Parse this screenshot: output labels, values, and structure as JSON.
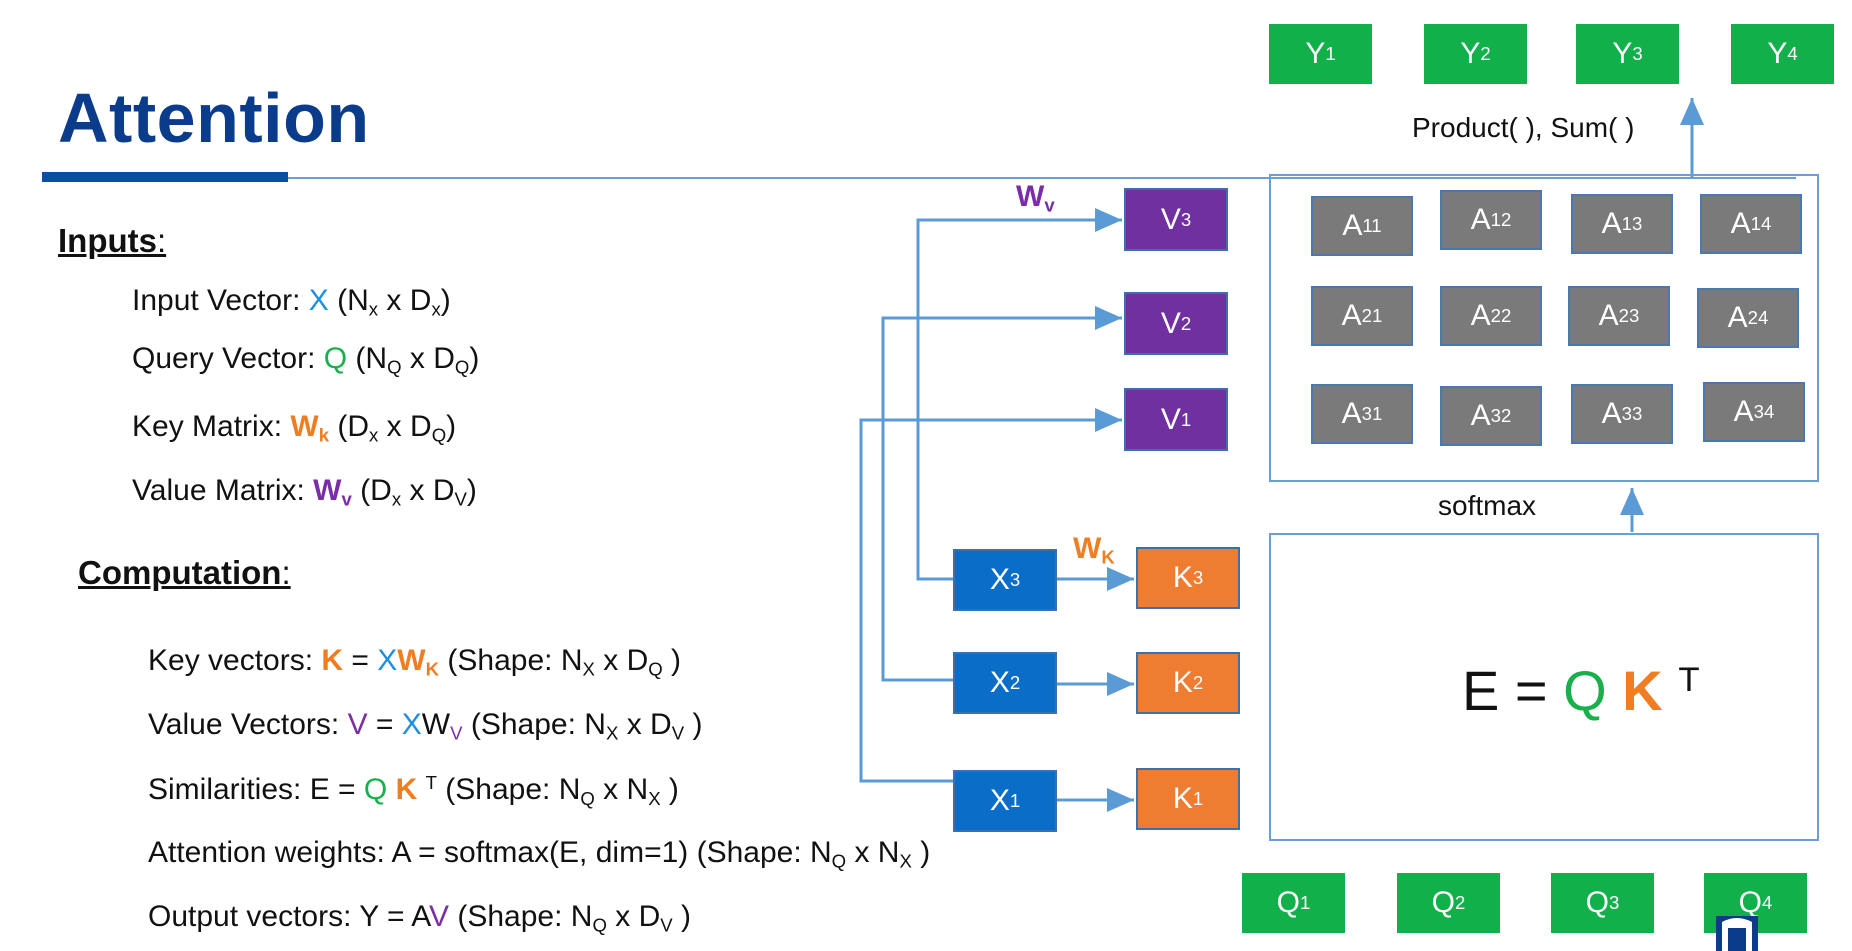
{
  "title": "Attention",
  "inputs": {
    "heading": "Inputs",
    "input_vector": {
      "label": "Input Vector: ",
      "sym": "X",
      "dims": [
        "N",
        "x",
        "D",
        "x"
      ]
    },
    "query_vector": {
      "label": "Query Vector: ",
      "sym": "Q",
      "dims": [
        "N",
        "Q",
        "D",
        "Q"
      ]
    },
    "key_matrix": {
      "label": "Key Matrix: ",
      "sym": "W",
      "sub": "k",
      "dims": [
        "D",
        "x",
        "D",
        "Q"
      ]
    },
    "value_matrix": {
      "label": "Value Matrix: ",
      "sym": "W",
      "sub": "v",
      "dims": [
        "D",
        "x",
        "D",
        "V"
      ]
    }
  },
  "computation": {
    "heading": "Computation",
    "key_vectors": {
      "label": "Key vectors: ",
      "lhs": "K",
      "x": "X",
      "w": "W",
      "wsub": "K",
      "shape": [
        "N",
        "X",
        "D",
        "Q"
      ]
    },
    "value_vectors": {
      "label": "Value Vectors: ",
      "lhs": "V",
      "x": "X",
      "w": "W",
      "wsub": "V",
      "shape": [
        "N",
        "X",
        "D",
        "V"
      ]
    },
    "similarities": {
      "label": "Similarities: E = ",
      "q": "Q",
      "k": "K",
      "t": "T",
      "shape": [
        "N",
        "Q",
        "N",
        "X"
      ]
    },
    "attention_weights": {
      "label": "Attention weights: A = softmax(E, dim=1) (Shape: N",
      "s1": "Q",
      "mid": " x N",
      "s2": "X",
      "end": " )"
    },
    "output_vectors": {
      "label": "Output vectors: Y = A",
      "v": "V",
      "shape": [
        "N",
        "Q",
        "D",
        "V"
      ]
    }
  },
  "diagram": {
    "outputs": [
      {
        "b": "Y",
        "s": "1"
      },
      {
        "b": "Y",
        "s": "2"
      },
      {
        "b": "Y",
        "s": "3"
      },
      {
        "b": "Y",
        "s": "4"
      }
    ],
    "product_label": "Product( ), Sum( )",
    "values": [
      {
        "b": "V",
        "s": "3"
      },
      {
        "b": "V",
        "s": "2"
      },
      {
        "b": "V",
        "s": "1"
      }
    ],
    "wv": {
      "b": "W",
      "s": "v"
    },
    "wk": {
      "b": "W",
      "s": "K"
    },
    "inputs": [
      {
        "b": "X",
        "s": "3"
      },
      {
        "b": "X",
        "s": "2"
      },
      {
        "b": "X",
        "s": "1"
      }
    ],
    "keys": [
      {
        "b": "K",
        "s": "3"
      },
      {
        "b": "K",
        "s": "2"
      },
      {
        "b": "K",
        "s": "1"
      }
    ],
    "attention": [
      [
        {
          "b": "A",
          "s": "11"
        },
        {
          "b": "A",
          "s": "12"
        },
        {
          "b": "A",
          "s": "13"
        },
        {
          "b": "A",
          "s": "14"
        }
      ],
      [
        {
          "b": "A",
          "s": "21"
        },
        {
          "b": "A",
          "s": "22"
        },
        {
          "b": "A",
          "s": "23"
        },
        {
          "b": "A",
          "s": "24"
        }
      ],
      [
        {
          "b": "A",
          "s": "31"
        },
        {
          "b": "A",
          "s": "32"
        },
        {
          "b": "A",
          "s": "33"
        },
        {
          "b": "A",
          "s": "34"
        }
      ]
    ],
    "softmax_label": "softmax",
    "equation": {
      "lhs": "E = ",
      "q": "Q",
      "k": "K",
      "t": "T"
    },
    "queries": [
      {
        "b": "Q",
        "s": "1"
      },
      {
        "b": "Q",
        "s": "2"
      },
      {
        "b": "Q",
        "s": "3"
      },
      {
        "b": "Q",
        "s": "4"
      }
    ]
  }
}
